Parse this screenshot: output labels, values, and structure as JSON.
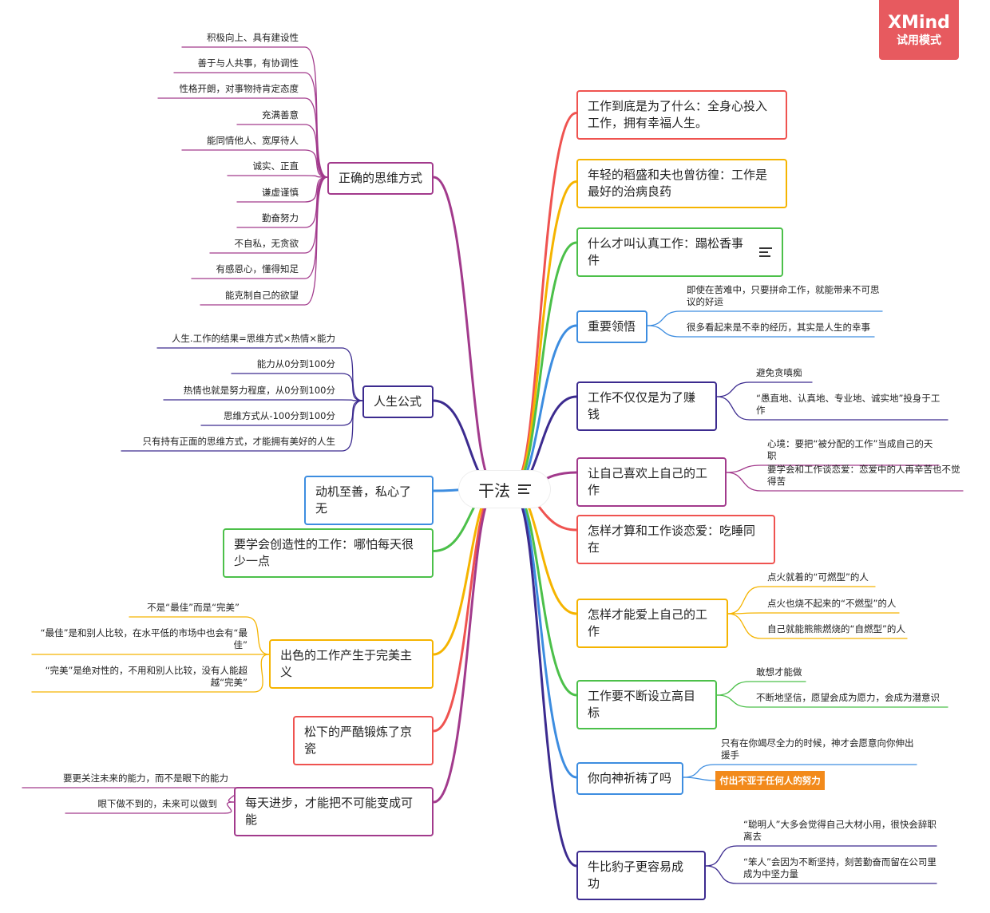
{
  "app": {
    "badge_title": "XMind",
    "badge_subtitle": "试用模式"
  },
  "center": {
    "label": "干法"
  },
  "right_topics": [
    {
      "label": "工作到底是为了什么：全身心投入工作，拥有幸福人生。",
      "color": "#ef5350",
      "leaves": []
    },
    {
      "label": "年轻的稻盛和夫也曾彷徨：工作是最好的治病良药",
      "color": "#f5b400",
      "leaves": []
    },
    {
      "label": "什么才叫认真工作：蹋松香事件",
      "color": "#4cc04a",
      "note": true,
      "leaves": []
    },
    {
      "label": "重要领悟",
      "color": "#3d8de0",
      "leaves": [
        "即使在苦难中，只要拼命工作，就能带来不可思议的好运",
        "很多看起来是不幸的经历，其实是人生的幸事"
      ]
    },
    {
      "label": "工作不仅仅是为了赚钱",
      "color": "#3c2b8f",
      "leaves": [
        "避免贪嗔痴",
        "“愚直地、认真地、专业地、诚实地”投身于工作"
      ]
    },
    {
      "label": "让自己喜欢上自己的工作",
      "color": "#a23a8c",
      "leaves": [
        "心境：要把“被分配的工作”当成自己的天职",
        "要学会和工作谈恋爱：恋爱中的人再辛苦也不觉得苦"
      ]
    },
    {
      "label": "怎样才算和工作谈恋爱：吃睡同在",
      "color": "#ef5350",
      "leaves": []
    },
    {
      "label": "怎样才能爱上自己的工作",
      "color": "#f5b400",
      "leaves": [
        "点火就着的“可燃型”的人",
        "点火也烧不起来的“不燃型”的人",
        "自己就能熊熊燃烧的“自燃型”的人"
      ]
    },
    {
      "label": "工作要不断设立高目标",
      "color": "#4cc04a",
      "leaves": [
        "敢想才能做",
        "不断地坚信，愿望会成为愿力，会成为潜意识"
      ]
    },
    {
      "label": "你向神祈祷了吗",
      "color": "#3d8de0",
      "leaves": [
        "只有在你竭尽全力的时候，神才会愿意向你伸出援手"
      ],
      "tag": "付出不亚于任何人的努力"
    },
    {
      "label": "牛比豹子更容易成功",
      "color": "#3c2b8f",
      "leaves": [
        "“聪明人”大多会觉得自己大材小用，很快会辞职离去",
        "“笨人”会因为不断坚持，刻苦勤奋而留在公司里成为中坚力量"
      ]
    }
  ],
  "left_topics": [
    {
      "label": "正确的思维方式",
      "color": "#a23a8c",
      "leaves": [
        "积极向上、具有建设性",
        "善于与人共事，有协调性",
        "性格开朗，对事物持肯定态度",
        "充满善意",
        "能同情他人、宽厚待人",
        "诚实、正直",
        "谦虚谨慎",
        "勤奋努力",
        "不自私，无贪欲",
        "有感恩心，懂得知足",
        "能克制自己的欲望"
      ]
    },
    {
      "label": "人生公式",
      "color": "#3c2b8f",
      "leaves": [
        "人生.工作的结果=思维方式×热情×能力",
        "能力从0分到100分",
        "热情也就是努力程度，从0分到100分",
        "思维方式从-100分到100分",
        "只有持有正面的思维方式，才能拥有美好的人生"
      ]
    },
    {
      "label": "动机至善，私心了无",
      "color": "#3d8de0",
      "leaves": []
    },
    {
      "label": "要学会创造性的工作：哪怕每天很少一点",
      "color": "#4cc04a",
      "leaves": []
    },
    {
      "label": "出色的工作产生于完美主义",
      "color": "#f5b400",
      "leaves": [
        "不是“最佳”而是“完美”",
        "“最佳”是和别人比较，在水平低的市场中也会有“最佳”",
        "“完美”是绝对性的，不用和别人比较，没有人能超越“完美”"
      ]
    },
    {
      "label": "松下的严酷锻炼了京瓷",
      "color": "#ef5350",
      "leaves": []
    },
    {
      "label": "每天进步，才能把不可能变成可能",
      "color": "#a23a8c",
      "leaves": [
        "要更关注未来的能力，而不是眼下的能力",
        "眼下做不到的，未来可以做到"
      ]
    }
  ]
}
